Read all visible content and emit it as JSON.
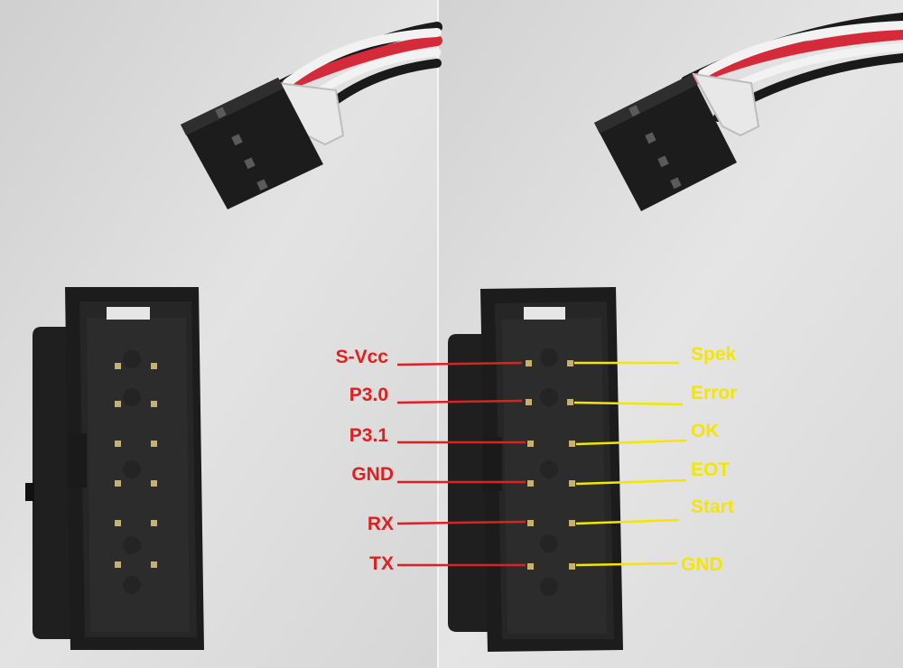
{
  "left_labels": [
    {
      "text": "S-Vcc",
      "color": "#e02020"
    },
    {
      "text": "P3.0",
      "color": "#e02020"
    },
    {
      "text": "P3.1",
      "color": "#e02020"
    },
    {
      "text": "GND",
      "color": "#e02020"
    },
    {
      "text": "RX",
      "color": "#e02020"
    },
    {
      "text": "TX",
      "color": "#e02020"
    }
  ],
  "right_labels": [
    {
      "text": "Spek",
      "color": "#f5e600"
    },
    {
      "text": "Error",
      "color": "#f5e600"
    },
    {
      "text": "OK",
      "color": "#f5e600"
    },
    {
      "text": "EOT",
      "color": "#f5e600"
    },
    {
      "text": "Start",
      "color": "#f5e600"
    },
    {
      "text": "GND",
      "color": "#f5e600"
    }
  ],
  "colors": {
    "background": "#d9d9d9",
    "connector_body": "#1c1c1c",
    "pin": "#c8b070",
    "wire_red": "#d42a3a",
    "wire_white": "#f2f2f2",
    "wire_black": "#1a1a1a"
  }
}
